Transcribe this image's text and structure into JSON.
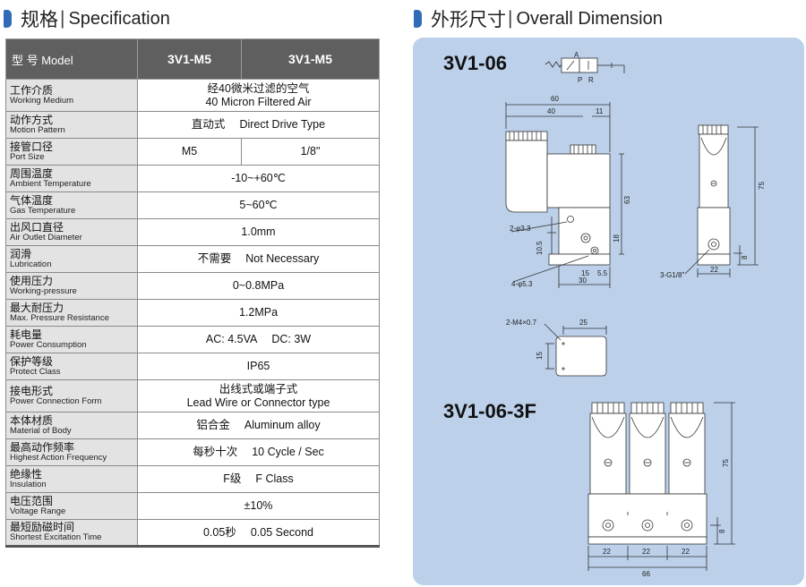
{
  "left_header": {
    "zh": "规格",
    "sep": "|",
    "en": "Specification"
  },
  "right_header": {
    "zh": "外形尺寸",
    "sep": "|",
    "en": "Overall Dimension"
  },
  "table": {
    "col1": "型 号 Model",
    "col2": "3V1-M5",
    "col3": "3V1-M5",
    "rows": [
      {
        "zh": "工作介质",
        "en": "Working Medium",
        "v1": "经40微米过滤的空气",
        "v2": "40 Micron Filtered Air"
      },
      {
        "zh": "动作方式",
        "en": "Motion Pattern",
        "v1": "直动式",
        "v2": "Direct Drive Type"
      },
      {
        "zh": "接管口径",
        "en": "Port Size",
        "a": "M5",
        "b": "1/8\""
      },
      {
        "zh": "周围温度",
        "en": "Ambient Temperature",
        "v": "-10~+60℃"
      },
      {
        "zh": "气体温度",
        "en": "Gas Temperature",
        "v": "5~60℃"
      },
      {
        "zh": "出风口直径",
        "en": "Air Outlet Diameter",
        "v": "1.0mm"
      },
      {
        "zh": "润滑",
        "en": "Lubrication",
        "v1": "不需要",
        "v2": "Not Necessary"
      },
      {
        "zh": "使用压力",
        "en": "Working-pressure",
        "v": "0~0.8MPa"
      },
      {
        "zh": "最大耐压力",
        "en": "Max. Pressure Resistance",
        "v": "1.2MPa"
      },
      {
        "zh": "耗电量",
        "en": "Power Consumption",
        "v1": "AC: 4.5VA",
        "v2": "DC: 3W"
      },
      {
        "zh": "保护等级",
        "en": "Protect Class",
        "v": "IP65"
      },
      {
        "zh": "接电形式",
        "en": "Power Connection Form",
        "v1": "出线式或端子式",
        "v2": "Lead Wire or Connector type"
      },
      {
        "zh": "本体材质",
        "en": "Material of Body",
        "v1": "铝合金",
        "v2": "Aluminum alloy"
      },
      {
        "zh": "最高动作频率",
        "en": "Highest Action Frequency",
        "v1": "每秒十次",
        "v2": "10 Cycle / Sec"
      },
      {
        "zh": "绝缘性",
        "en": "Insulation",
        "v1": "F级",
        "v2": "F Class"
      },
      {
        "zh": "电压范围",
        "en": "Voltage Range",
        "v": "±10%"
      },
      {
        "zh": "最短励磁时间",
        "en": "Shortest Excitation Time",
        "v1": "0.05秒",
        "v2": "0.05 Second"
      }
    ]
  },
  "drawings": {
    "model1": "3V1-06",
    "model2": "3V1-06-3F",
    "symbol": {
      "a": "A",
      "p": "P",
      "r": "R"
    },
    "front_dims": {
      "d60": "60",
      "d40": "40",
      "d11": "11",
      "d63": "63",
      "d18": "18",
      "d105": "10.5",
      "d15": "15",
      "d55": "5.5",
      "d30": "30",
      "hole1": "2-φ3.3",
      "hole2": "4-φ5.3"
    },
    "side_dims": {
      "d75": "75",
      "d8": "8",
      "d22": "22",
      "port": "3-G1/8\""
    },
    "top_dims": {
      "d25": "25",
      "d15": "15",
      "thread": "2-M4×0.7"
    },
    "multi_dims": {
      "d75": "75",
      "d8": "8",
      "d22a": "22",
      "d22b": "22",
      "d22c": "22",
      "d66": "66"
    }
  }
}
